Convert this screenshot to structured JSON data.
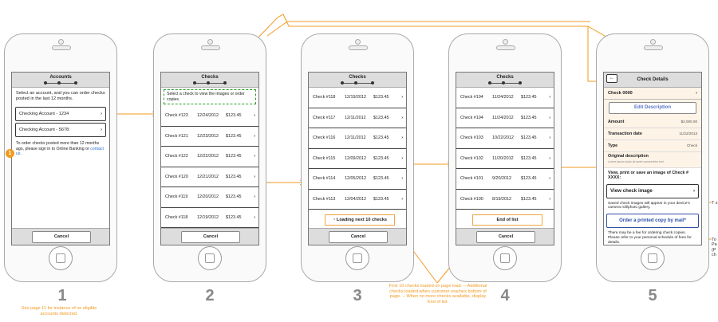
{
  "screens": {
    "s1": {
      "title": "Accounts",
      "intro": "Select an account, and you can order checks posted in the last 12 months.",
      "accounts": [
        "Checking Account - 1234",
        "Checking Account - 5678"
      ],
      "note_prefix": "To order checks posted more than 12 months ago, please sign in to Online Banking or ",
      "note_link": "contact us.",
      "cancel": "Cancel"
    },
    "s2": {
      "title": "Checks",
      "hint": "Select a check to view the images or order copies.",
      "rows": [
        {
          "check": "Check #123",
          "date": "12/24/2012",
          "amount": "$123.45"
        },
        {
          "check": "Check #121",
          "date": "12/23/2012",
          "amount": "$123.45"
        },
        {
          "check": "Check #122",
          "date": "12/22/2012",
          "amount": "$123.45"
        },
        {
          "check": "Check #120",
          "date": "12/21/2012",
          "amount": "$123.45"
        },
        {
          "check": "Check #119",
          "date": "12/20/2012",
          "amount": "$123.45"
        },
        {
          "check": "Check #118",
          "date": "12/19/2012",
          "amount": "$123.45"
        }
      ],
      "cancel": "Cancel"
    },
    "s3": {
      "title": "Checks",
      "rows": [
        {
          "check": "Check #118",
          "date": "12/19/2012",
          "amount": "$123.45"
        },
        {
          "check": "Check #117",
          "date": "12/11/2012",
          "amount": "$123.45"
        },
        {
          "check": "Check #116",
          "date": "12/11/2012",
          "amount": "$123.45"
        },
        {
          "check": "Check #115",
          "date": "12/09/2012",
          "amount": "$123.45"
        },
        {
          "check": "Check #114",
          "date": "12/05/2012",
          "amount": "$123.45"
        },
        {
          "check": "Check #113",
          "date": "12/04/2012",
          "amount": "$123.45"
        }
      ],
      "loading": "Loading next 10 checks",
      "cancel": "Cancel"
    },
    "s4": {
      "title": "Checks",
      "rows": [
        {
          "check": "Check #104",
          "date": "11/24/2012",
          "amount": "$123.45"
        },
        {
          "check": "Check #104",
          "date": "11/24/2012",
          "amount": "$123.45"
        },
        {
          "check": "Check #103",
          "date": "10/22/2012",
          "amount": "$123.45"
        },
        {
          "check": "Check #102",
          "date": "11/20/2012",
          "amount": "$123.45"
        },
        {
          "check": "Check #101",
          "date": "9/20/2012",
          "amount": "$123.45"
        },
        {
          "check": "Check #100",
          "date": "8/19/2012",
          "amount": "$123.45"
        }
      ],
      "end": "End of list",
      "cancel": "Cancel"
    },
    "s5": {
      "title": "Check Details",
      "check_label": "Check 0000",
      "edit": "Edit Description",
      "amount_label": "Amount",
      "amount_value": "$2,000.00",
      "txn_label": "Transaction date",
      "txn_value": "11/22/2013",
      "type_label": "Type",
      "type_value": "Check",
      "orig_label": "Original description",
      "orig_value": "Lorem ipsum dolor sit amet consectetur text",
      "view_hint": "View, print or save an image of Check # XXXX:",
      "view_btn": "View check image",
      "saved_note": "Saved check images will appear in your device's camera roll/photo gallery.",
      "order_btn": "Order a printed copy by mail*",
      "fee_note": "There may be a fee for ordering check copies. Please refer to your personal schedule of fees for details."
    }
  },
  "numbers": [
    "1",
    "2",
    "3",
    "4",
    "5"
  ],
  "notes": {
    "below1": "See page 11 for instance of no eligible accounts detected.",
    "center": "First 10 checks loaded on page load. -- Additional checks loaded when customer reaches bottom of page. -- When no more checks available, display End of list.",
    "badge": "1",
    "right1": "T s",
    "right2": "To Pa (P ch"
  },
  "colors": {
    "accent": "#f29a20",
    "hint_border": "#2e9e2e",
    "link": "#2a6fc9",
    "order": "#2c4ea8"
  }
}
